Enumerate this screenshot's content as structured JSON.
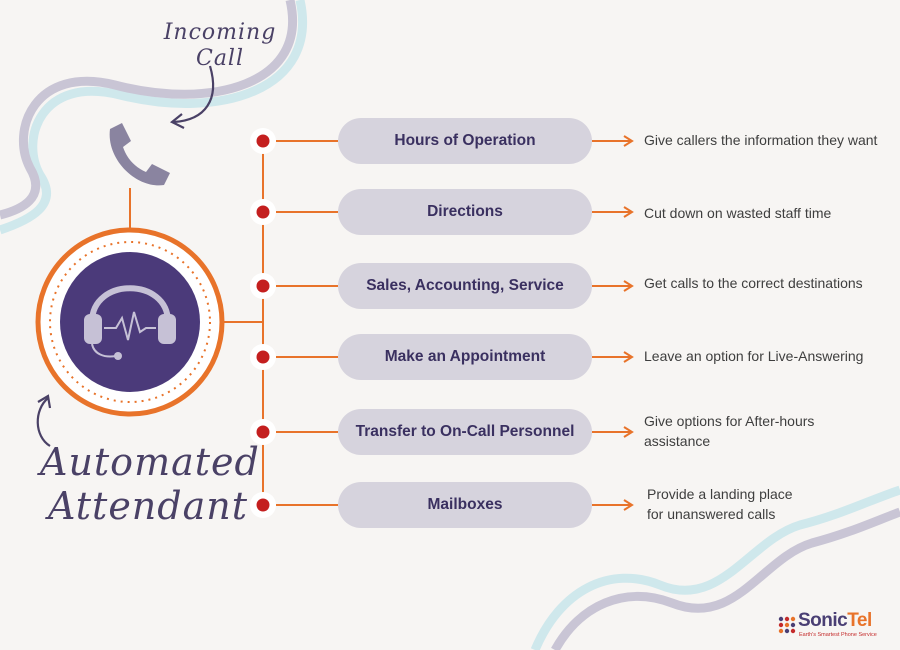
{
  "labels": {
    "incoming_line1": "Incoming",
    "incoming_line2": "Call",
    "automated_line1": "Automated",
    "automated_line2": "Attendant"
  },
  "options": [
    {
      "label": "Hours of Operation",
      "benefit_lines": [
        "Give callers the information they want"
      ]
    },
    {
      "label": "Directions",
      "benefit_lines": [
        "Cut down on wasted staff time"
      ]
    },
    {
      "label": "Sales, Accounting, Service",
      "benefit_lines": [
        "Get calls to the correct destinations"
      ]
    },
    {
      "label": "Make an Appointment",
      "benefit_lines": [
        "Leave an option for Live-Answering"
      ]
    },
    {
      "label": "Transfer to On-Call Personnel",
      "benefit_lines": [
        "Give options for After-hours",
        "assistance"
      ]
    },
    {
      "label": "Mailboxes",
      "benefit_lines": [
        "Provide a landing place",
        "for unanswered calls"
      ]
    }
  ],
  "logo": {
    "name_part1": "Sonic",
    "name_part2": "Tel",
    "tagline": "Earth's Smartest Phone Service"
  },
  "colors": {
    "accent_orange": "#e8732a",
    "dot_red": "#c41f1f",
    "purple": "#4b3a7a",
    "pill_fill": "#d6d3dd",
    "wave_grey": "#c9c5d5",
    "wave_teal": "#cfe8ec"
  },
  "icons": [
    "phone-handset-icon",
    "headset-icon",
    "curved-arrow-icon"
  ]
}
